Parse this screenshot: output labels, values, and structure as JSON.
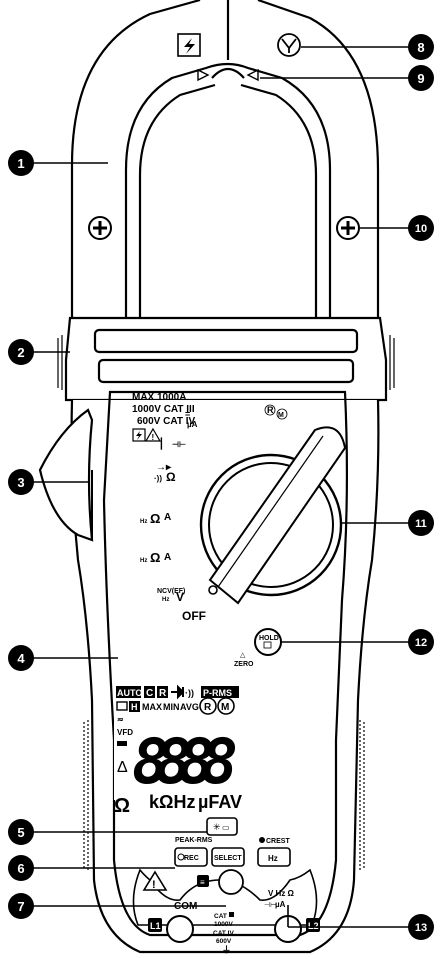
{
  "callouts": [
    "1",
    "2",
    "3",
    "4",
    "5",
    "6",
    "7",
    "8",
    "9",
    "10",
    "11",
    "12",
    "13"
  ],
  "rating": {
    "line1": "MAX 1000A",
    "line2": "1000V CAT III",
    "line3": "600V CAT IV"
  },
  "dial": {
    "ua": "µA",
    "ohm": "Ω",
    "hz_a1": "Hz",
    "a1": "A",
    "hz_a2": "Hz",
    "a2": "A",
    "ncv": "NCV(EF)",
    "hz_v": "Hz",
    "v": "V",
    "off": "OFF"
  },
  "buttons": {
    "hold": "HOLD",
    "zero": "ZERO",
    "peak_rms": "PEAK-RMS",
    "crest": "CREST",
    "rec": "REC",
    "select": "SELECT",
    "hz": "Hz"
  },
  "lcd": {
    "auto": "AUTO",
    "c": "C",
    "r": "R",
    "prms": "P-RMS",
    "h": "H",
    "max": "MAX",
    "min": "MIN",
    "avg": "AVG",
    "r_circle": "R",
    "m_circle": "M",
    "vfd": "VFD",
    "delta": "Δ",
    "digits": "8888",
    "k_ohm_hz": "kΩHz",
    "ufav": "µFAV"
  },
  "terminals": {
    "com": "COM",
    "l1": "L1",
    "l2": "L2",
    "cat1": "CAT ",
    "cat2": "1000V",
    "cat3": "CAT IV",
    "cat4": "600V",
    "vhz_ohm": "V Hz Ω",
    "ua": "µA"
  },
  "jaw": {
    "antenna_glyph": "Y",
    "r_small": "R",
    "m_small": "M"
  }
}
